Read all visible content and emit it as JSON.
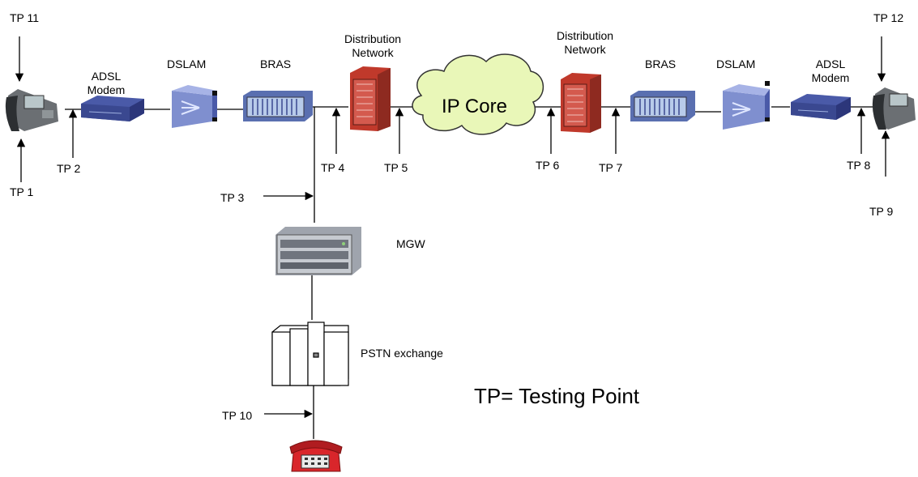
{
  "devices": {
    "adsl_modem_left": "ADSL\nModem",
    "dslam_left": "DSLAM",
    "bras_left": "BRAS",
    "distribution_left": "Distribution\nNetwork",
    "ip_core": "IP Core",
    "distribution_right": "Distribution\nNetwork",
    "bras_right": "BRAS",
    "dslam_right": "DSLAM",
    "adsl_modem_right": "ADSL\nModem",
    "mgw": "MGW",
    "pstn": "PSTN exchange"
  },
  "testing_points": {
    "tp1": "TP 1",
    "tp2": "TP 2",
    "tp3": "TP 3",
    "tp4": "TP 4",
    "tp5": "TP 5",
    "tp6": "TP 6",
    "tp7": "TP 7",
    "tp8": "TP 8",
    "tp9": "TP 9",
    "tp10": "TP 10",
    "tp11": "TP 11",
    "tp12": "TP 12"
  },
  "legend": "TP= Testing Point",
  "colors": {
    "modem": "#4a5aa8",
    "bras": "#5a6fb0",
    "distribution": "#c0392b",
    "cloud": "#e9f7b8",
    "phone_red": "#d9262b"
  }
}
